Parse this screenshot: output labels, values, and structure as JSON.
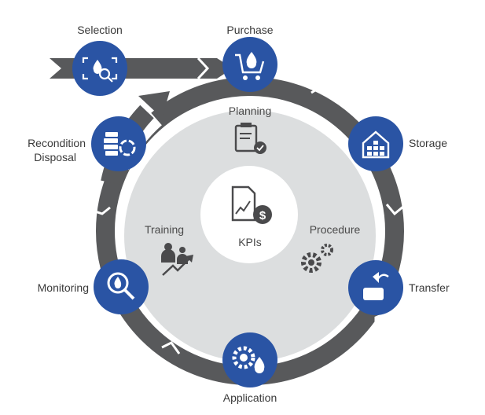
{
  "diagram": {
    "stages": {
      "selection": "Selection",
      "purchase": "Purchase",
      "storage": "Storage",
      "transfer": "Transfer",
      "application": "Application",
      "monitoring": "Monitoring",
      "recondition": "Recondition",
      "disposal": "Disposal"
    },
    "inner": {
      "planning": "Planning",
      "training": "Training",
      "procedure": "Procedure",
      "center": "KPIs"
    },
    "colors": {
      "ring": "#58595b",
      "node": "#2a54a4",
      "inner_fill": "#dcdedf",
      "center_fill": "#ffffff",
      "icon_dark": "#4a4a4c"
    },
    "icons": {
      "selection": "magnify-drop-icon",
      "purchase": "cart-drop-icon",
      "storage": "warehouse-icon",
      "transfer": "transfer-tank-icon",
      "application": "gear-drop-icon",
      "monitoring": "search-drop-icon",
      "recondition": "barrels-recycle-icon",
      "planning": "clipboard-check-icon",
      "training": "people-growth-icon",
      "procedure": "gears-icon",
      "center": "document-dollar-icon"
    }
  }
}
